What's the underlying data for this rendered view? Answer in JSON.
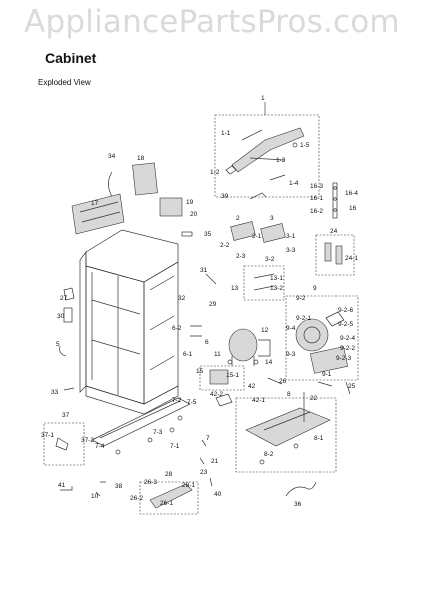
{
  "header": {
    "watermark": "AppliancePartsPros.com",
    "title": "Cabinet",
    "subtitle": "Exploded View"
  },
  "diagram": {
    "callouts": [
      "1",
      "1-1",
      "1-2",
      "1-3",
      "1-4",
      "1-5",
      "2",
      "2-1",
      "2-2",
      "2-3",
      "3",
      "3-1",
      "3-2",
      "3-3",
      "5",
      "6",
      "6-1",
      "6-2",
      "7",
      "7-1",
      "7-2",
      "7-3",
      "7-4",
      "7-5",
      "8",
      "8-1",
      "8-2",
      "9",
      "9-1",
      "9-2",
      "9-2-1",
      "9-2-2",
      "9-2-3",
      "9-2-4",
      "9-2-5",
      "9-2-6",
      "9-3",
      "9-4",
      "10",
      "11",
      "12",
      "13",
      "13-1",
      "13-2",
      "14",
      "15",
      "15-1",
      "16",
      "16-1",
      "16-2",
      "16-3",
      "16-4",
      "17",
      "18",
      "19",
      "20",
      "21",
      "22",
      "23",
      "24",
      "24-1",
      "25",
      "26",
      "26-1",
      "26-2",
      "26-3",
      "27",
      "28",
      "28-1",
      "29",
      "30",
      "31",
      "32",
      "33",
      "34",
      "35",
      "36",
      "37",
      "37-1",
      "37-2",
      "38",
      "39",
      "40",
      "41",
      "42",
      "42-1",
      "42-2"
    ]
  }
}
